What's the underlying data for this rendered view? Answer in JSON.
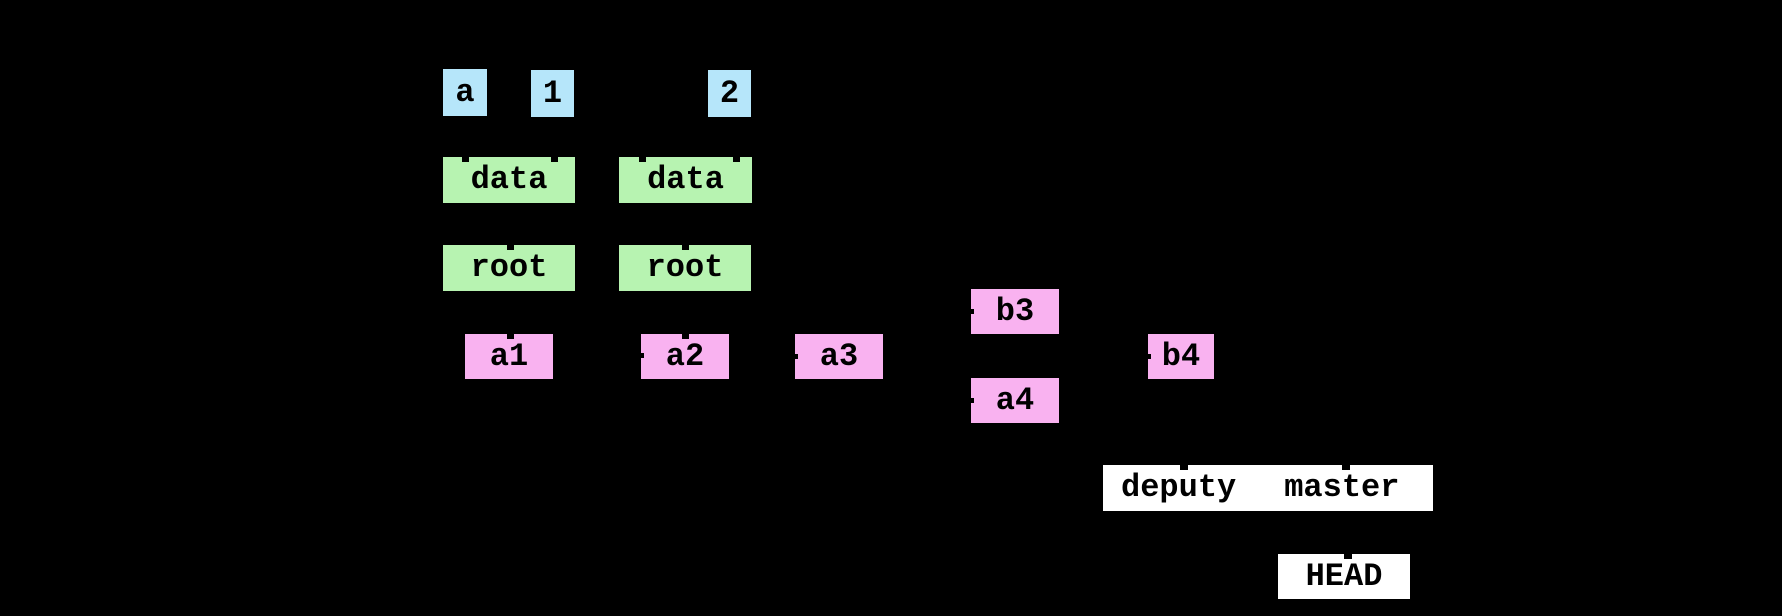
{
  "diagram": {
    "description": "git object graph",
    "background_color": "#000000",
    "node_text_color": "#000000",
    "node_colors": {
      "blob": "#b6e6fa",
      "tree": "#b7f3b1",
      "commit": "#f9b2f0",
      "ref": "#ffffff"
    },
    "blobs": [
      {
        "label": "a"
      },
      {
        "label": "1"
      },
      {
        "label": "2"
      }
    ],
    "trees": [
      {
        "label": "data"
      },
      {
        "label": "data"
      },
      {
        "label": "root"
      },
      {
        "label": "root"
      }
    ],
    "commits": [
      {
        "label": "a1"
      },
      {
        "label": "a2"
      },
      {
        "label": "a3"
      },
      {
        "label": "b3"
      },
      {
        "label": "a4"
      },
      {
        "label": "b4"
      }
    ],
    "refs": [
      {
        "label": "deputy"
      },
      {
        "label": "master"
      },
      {
        "label": "HEAD"
      }
    ]
  }
}
